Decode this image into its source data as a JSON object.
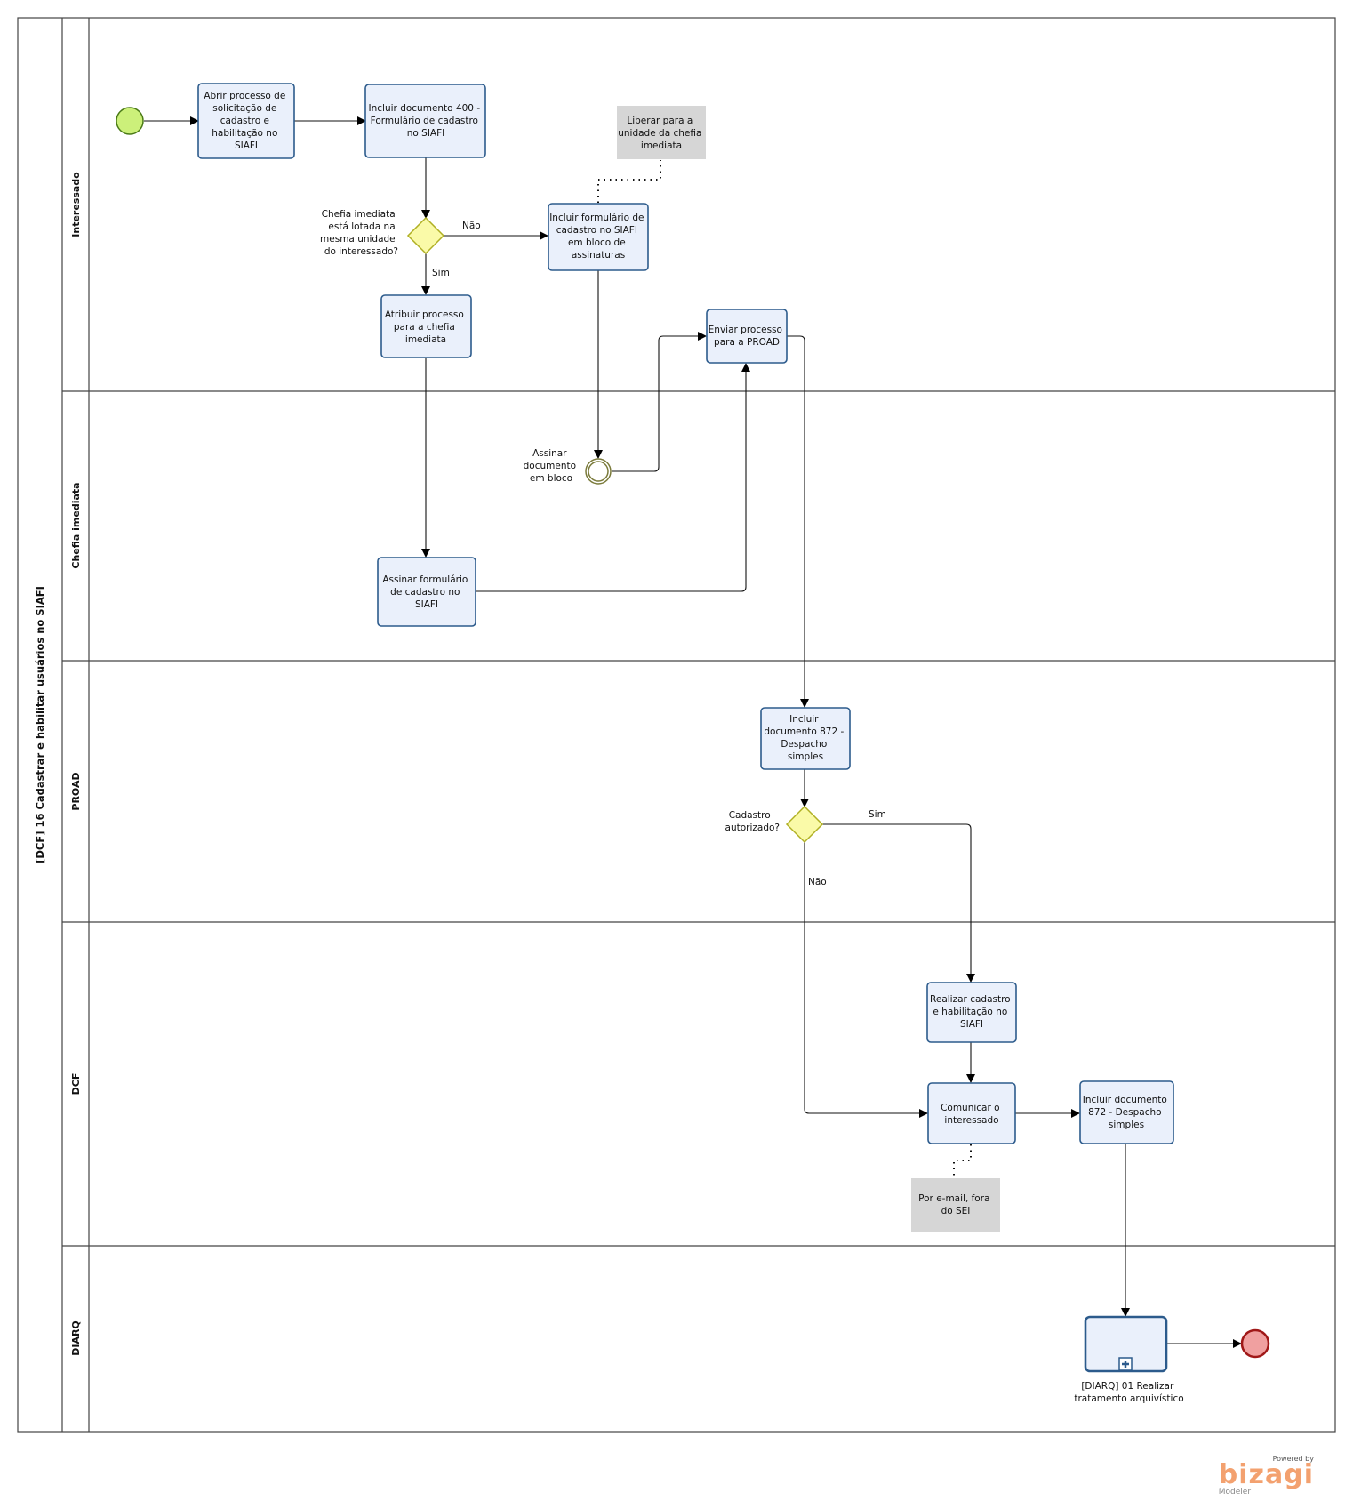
{
  "pool": {
    "label": "[DCF] 16 Cadastrar e habilitar usuários no SIAFI"
  },
  "lanes": [
    {
      "label": "Interessado"
    },
    {
      "label": "Chefia imediata"
    },
    {
      "label": "PROAD"
    },
    {
      "label": "DCF"
    },
    {
      "label": "DIARQ"
    }
  ],
  "tasks": {
    "abrir": [
      "Abrir processo de",
      "solicitação de",
      "cadastro e",
      "habilitação no",
      "SIAFI"
    ],
    "incluir400": [
      "Incluir documento 400 -",
      "Formulário de cadastro",
      "no SIAFI"
    ],
    "incluirBloco": [
      "Incluir formulário de",
      "cadastro no SIAFI",
      "em bloco de",
      "assinaturas"
    ],
    "atribuir": [
      "Atribuir processo",
      "para a chefia",
      "imediata"
    ],
    "enviar": [
      "Enviar processo",
      "para a PROAD"
    ],
    "assinarForm": [
      "Assinar formulário",
      "de cadastro no",
      "SIAFI"
    ],
    "incluir872a": [
      "Incluir",
      "documento 872 -",
      "Despacho",
      "simples"
    ],
    "realizar": [
      "Realizar cadastro",
      "e habilitação no",
      "SIAFI"
    ],
    "comunicar": [
      "Comunicar o",
      "interessado"
    ],
    "incluir872b": [
      "Incluir documento",
      "872 - Despacho",
      "simples"
    ]
  },
  "subprocess": {
    "label": [
      "[DIARQ] 01 Realizar",
      "tratamento arquivístico"
    ]
  },
  "gateways": {
    "chefia": [
      "Chefia imediata",
      "está lotada na",
      "mesma unidade",
      "do interessado?"
    ],
    "cadastro": [
      "Cadastro",
      "autorizado?"
    ]
  },
  "event": {
    "assinar": [
      "Assinar",
      "documento",
      "em bloco"
    ]
  },
  "annotations": {
    "liberar": [
      "Liberar para a",
      "unidade da chefia",
      "imediata"
    ],
    "email": [
      "Por e-mail, fora",
      "do SEI"
    ]
  },
  "flows": {
    "nao1": "Não",
    "sim1": "Sim",
    "sim2": "Sim",
    "nao2": "Não"
  },
  "logo": {
    "powered": "Powered by",
    "brand": "bizagi",
    "product": "Modeler"
  },
  "colors": {
    "task_fill": "#eaf0fb",
    "task_stroke": "#2c5b8c",
    "start": "#ccf07a",
    "end": "#f0a0a0",
    "gateway": "#fafaa8",
    "annotation": "#d6d6d6"
  }
}
